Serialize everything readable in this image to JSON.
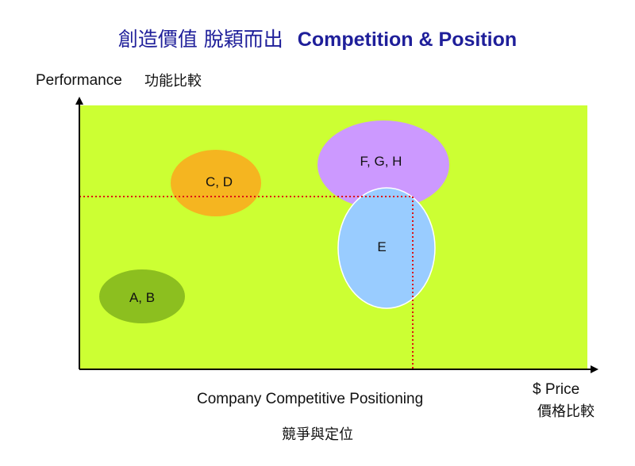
{
  "title": {
    "chinese": "創造價值  脫穎而出",
    "english": "Competition & Position"
  },
  "y_axis": {
    "label_en": "Performance",
    "label_cn": "功能比較"
  },
  "x_axis": {
    "label_en": "$ Price",
    "label_cn": "價格比較"
  },
  "caption": {
    "english": "Company Competitive Positioning",
    "chinese": "競爭與定位"
  },
  "colors": {
    "plot_background": "#ccff33",
    "axis": "#000000",
    "reference_lines": "#dd1111",
    "title": "#1f1f9a"
  },
  "groups": [
    {
      "id": "ab",
      "label": "A, B",
      "color": "#8cbf1f"
    },
    {
      "id": "cd",
      "label": "C, D",
      "color": "#f5b520"
    },
    {
      "id": "fgh",
      "label": "F, G, H",
      "color": "#cc99ff"
    },
    {
      "id": "e",
      "label": "E",
      "color": "#99ccff"
    }
  ]
}
